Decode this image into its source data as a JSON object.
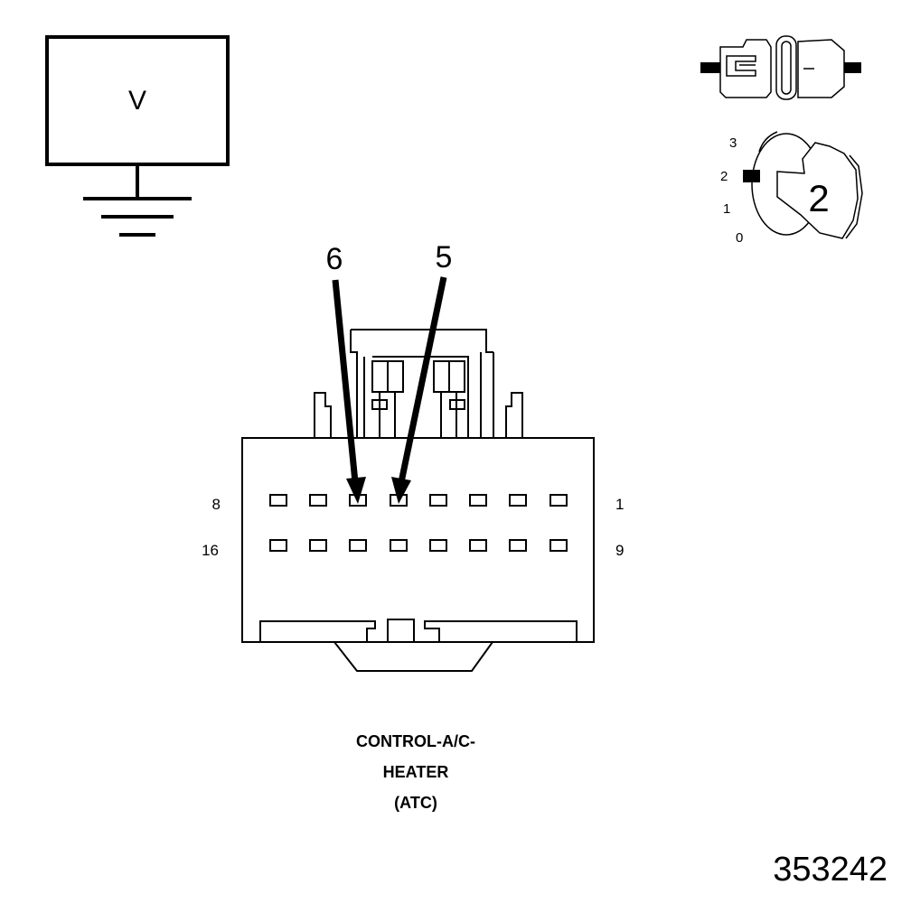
{
  "voltmeter": {
    "symbol": "V",
    "icon": "voltmeter-ground-icon"
  },
  "ignition": {
    "positions": [
      "3",
      "2",
      "1",
      "0"
    ],
    "key_label": "2",
    "icon": "ignition-key-icon"
  },
  "connector_icon": "disconnected-connector-icon",
  "pointers": {
    "left": "6",
    "right": "5"
  },
  "pin_labels": {
    "top_left": "8",
    "top_right": "1",
    "bottom_left": "16",
    "bottom_right": "9"
  },
  "caption": {
    "line1": "CONTROL-A/C-",
    "line2": "HEATER",
    "line3": "(ATC)"
  },
  "figure_id": "353242"
}
